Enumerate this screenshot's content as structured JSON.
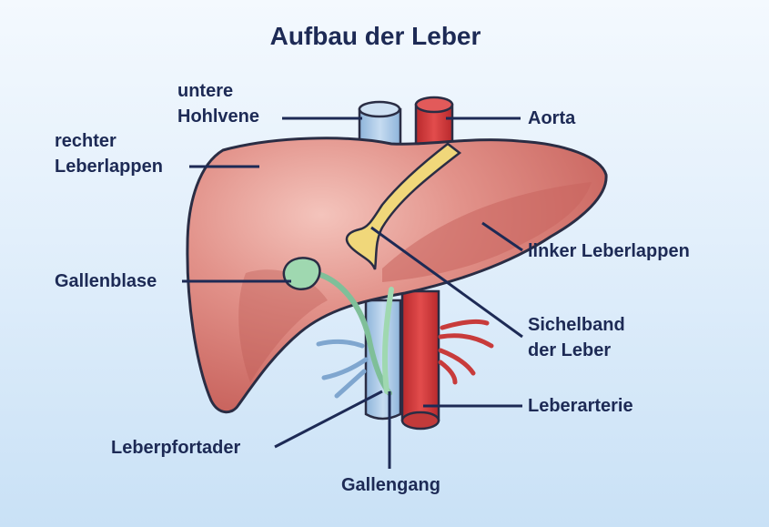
{
  "title": "Aufbau der Leber",
  "labels": {
    "ivc": [
      "untere",
      "Hohlvene"
    ],
    "right_lobe": [
      "rechter",
      "Leberlappen"
    ],
    "aorta": "Aorta",
    "gallbladder": "Gallenblase",
    "left_lobe": "linker Leberlappen",
    "falciform": [
      "Sichelband",
      "der Leber"
    ],
    "hepatic_artery": "Leberarterie",
    "portal_vein": "Leberpfortader",
    "bile_duct": "Gallengang"
  },
  "colors": {
    "text": "#1d2a55",
    "liver": "#d9756d",
    "liver_highlight": "#f2b4ac",
    "artery": "#d13b3b",
    "vein": "#a9c8e6",
    "ligament": "#f0d77a",
    "gallbladder": "#9fd8b0"
  }
}
